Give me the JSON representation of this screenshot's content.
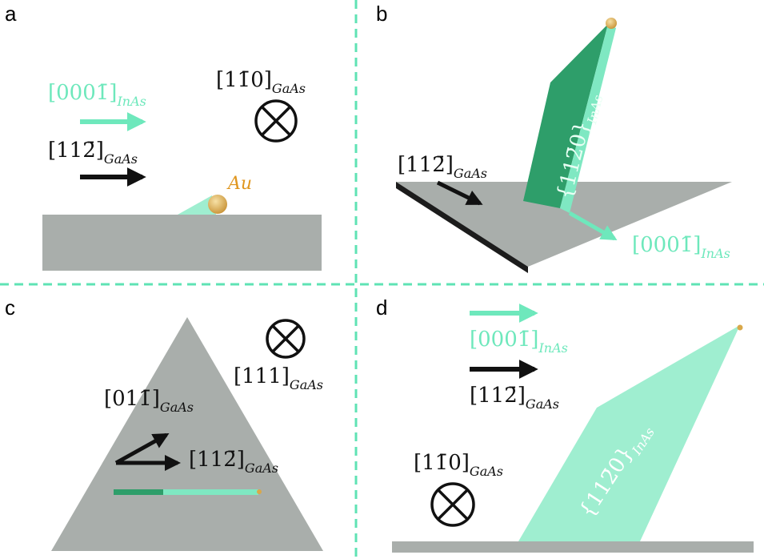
{
  "panels": {
    "a": {
      "letter": "a",
      "dir_inas": {
        "main": "[0001̄]",
        "sub": "InAs"
      },
      "dir_gaas": {
        "main": "[112̄]",
        "sub": "GaAs"
      },
      "dir_out": {
        "main": "[11̄0]",
        "sub": "GaAs"
      },
      "au_label": "Au"
    },
    "b": {
      "letter": "b",
      "dir_gaas": {
        "main": "[112̄]",
        "sub": "GaAs"
      },
      "facet": {
        "main": "{112̄0}",
        "sub": "InAs"
      },
      "dir_inas": {
        "main": "[0001̄]",
        "sub": "InAs"
      }
    },
    "c": {
      "letter": "c",
      "dir_out": {
        "main": "[111]",
        "sub": "GaAs"
      },
      "dir_a": {
        "main": "[011̄]",
        "sub": "GaAs"
      },
      "dir_b": {
        "main": "[112̄]",
        "sub": "GaAs"
      }
    },
    "d": {
      "letter": "d",
      "dir_inas": {
        "main": "[0001̄]",
        "sub": "InAs"
      },
      "dir_gaas": {
        "main": "[112̄]",
        "sub": "GaAs"
      },
      "dir_out": {
        "main": "[11̄0]",
        "sub": "GaAs"
      },
      "facet": {
        "main": "{112̄0}",
        "sub": "InAs"
      }
    }
  },
  "colors": {
    "substrate": "#a9aeab",
    "inas_light": "#7fe8c2",
    "inas_dark": "#2e9e6a",
    "divider": "#5fe3b4",
    "gold": "#d9a84a"
  }
}
